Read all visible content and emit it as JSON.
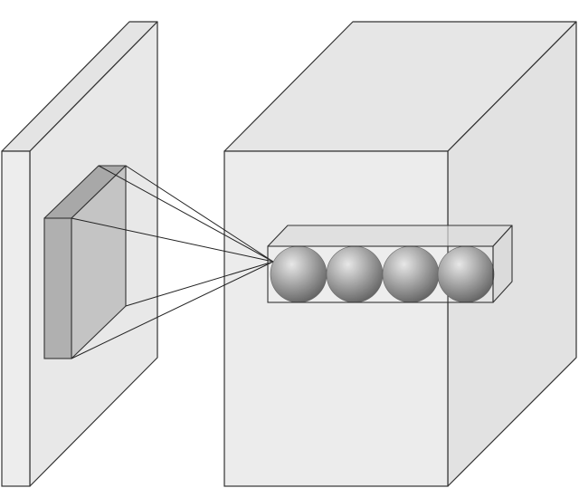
{
  "diagram": {
    "type": "convolution-illustration",
    "input_layer": {
      "shape": "thin slab",
      "receptive_field": "cuboid filter"
    },
    "output_volume": {
      "shape": "cube",
      "neurons": 4,
      "neuron_shape": "sphere"
    },
    "colors": {
      "background": "#ffffff",
      "panel_face": "#ececec",
      "panel_side": "#e2e2e2",
      "stroke": "#333333",
      "filter_front": "#b0b0b0",
      "filter_side": "#c4c4c4",
      "filter_top": "#a8a8a8",
      "sphere_light": "#e6e6e6",
      "sphere_mid": "#9a9a9a",
      "sphere_dark": "#555555"
    }
  }
}
